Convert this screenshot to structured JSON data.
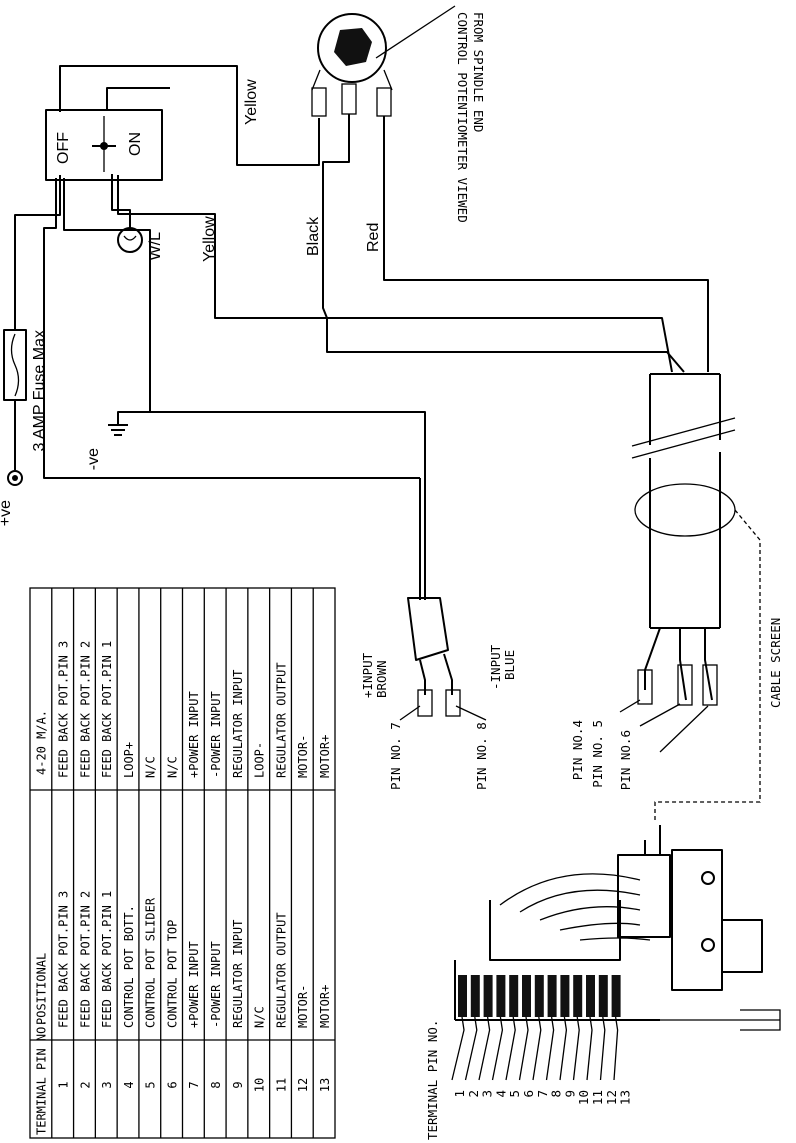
{
  "wire_labels": {
    "yellow_top": "Yellow",
    "yellow_mid": "Yellow",
    "black": "Black",
    "red": "Red",
    "wl": "W/L",
    "fuse": "3 AMP Fuse Max",
    "pos_supply": "+ve",
    "neg_supply": "-ve"
  },
  "switch": {
    "off": "OFF",
    "on": "ON"
  },
  "potentiometer_note": [
    "CONTROL POTENTIOMETER VIEWED",
    "FROM SPINDLE END"
  ],
  "inputs": {
    "pos_input": [
      "+INPUT",
      "BROWN"
    ],
    "neg_input": [
      "-INPUT",
      "BLUE"
    ],
    "pin7": "PIN NO. 7",
    "pin8": "PIN NO. 8"
  },
  "cable": {
    "pin4": "PIN NO.4",
    "pin5": "PIN NO. 5",
    "pin6": "PIN NO.6",
    "screen": "CABLE SCREEN"
  },
  "terminal_caption": "TERMINAL PIN NO.",
  "terminal_numbers": [
    "1",
    "2",
    "3",
    "4",
    "5",
    "6",
    "7",
    "8",
    "9",
    "10",
    "11",
    "12",
    "13"
  ],
  "table": {
    "headers": [
      "TERMINAL PIN NO.",
      "POSITIONAL",
      "4-20 M/A."
    ],
    "rows": [
      [
        "1",
        "FEED BACK POT.PIN 3",
        "FEED BACK POT.PIN 3"
      ],
      [
        "2",
        "FEED BACK POT.PIN 2",
        "FEED BACK POT.PIN 2"
      ],
      [
        "3",
        "FEED BACK POT.PIN 1",
        "FEED BACK POT.PIN 1"
      ],
      [
        "4",
        "CONTROL POT BOTT.",
        "LOOP+"
      ],
      [
        "5",
        "CONTROL POT SLIDER",
        "N/C"
      ],
      [
        "6",
        "CONTROL POT TOP",
        "N/C"
      ],
      [
        "7",
        "+POWER INPUT",
        "+POWER INPUT"
      ],
      [
        "8",
        "-POWER INPUT",
        "-POWER INPUT"
      ],
      [
        "9",
        "REGULATOR INPUT",
        "REGULATOR INPUT"
      ],
      [
        "10",
        "N/C",
        "LOOP-"
      ],
      [
        "11",
        "REGULATOR OUTPUT",
        "REGULATOR OUTPUT"
      ],
      [
        "12",
        "MOTOR-",
        "MOTOR-"
      ],
      [
        "13",
        "MOTOR+",
        "MOTOR+"
      ]
    ]
  }
}
